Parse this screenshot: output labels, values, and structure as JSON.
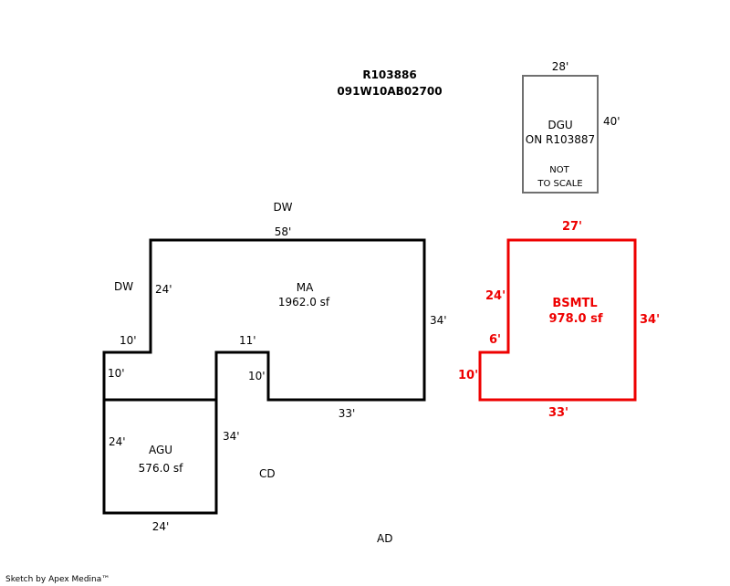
{
  "header": {
    "parcel_id": "R103886",
    "account_no": "091W10AB02700"
  },
  "colors": {
    "outline": "#000000",
    "basement": "#ee0000",
    "detached": "#707070"
  },
  "areas": {
    "main": {
      "code": "MA",
      "area": "1962.0 sf",
      "dims": {
        "top": "58'",
        "left_upper": "24'",
        "step_top": "10'",
        "step_left": "10'",
        "notch_top": "11'",
        "notch_right": "10'",
        "bottom": "33'",
        "right": "34'"
      }
    },
    "garage": {
      "code": "AGU",
      "area": "576.0 sf",
      "dims": {
        "left": "24'",
        "right": "34'",
        "bottom": "24'"
      }
    },
    "basement": {
      "code": "BSMTL",
      "area": "978.0 sf",
      "dims": {
        "top": "27'",
        "left_upper": "24'",
        "step": "6'",
        "left_lower": "10'",
        "bottom": "33'",
        "right": "34'"
      }
    },
    "detached_garage": {
      "code": "DGU",
      "note": "ON R103887",
      "scale_note_1": "NOT",
      "scale_note_2": "TO SCALE",
      "dims": {
        "top": "28'",
        "right": "40'"
      }
    }
  },
  "annotations": {
    "dw_top": "DW",
    "dw_left": "DW",
    "cd": "CD",
    "ad": "AD"
  },
  "footer": {
    "credit": "Sketch by Apex Medina™"
  }
}
